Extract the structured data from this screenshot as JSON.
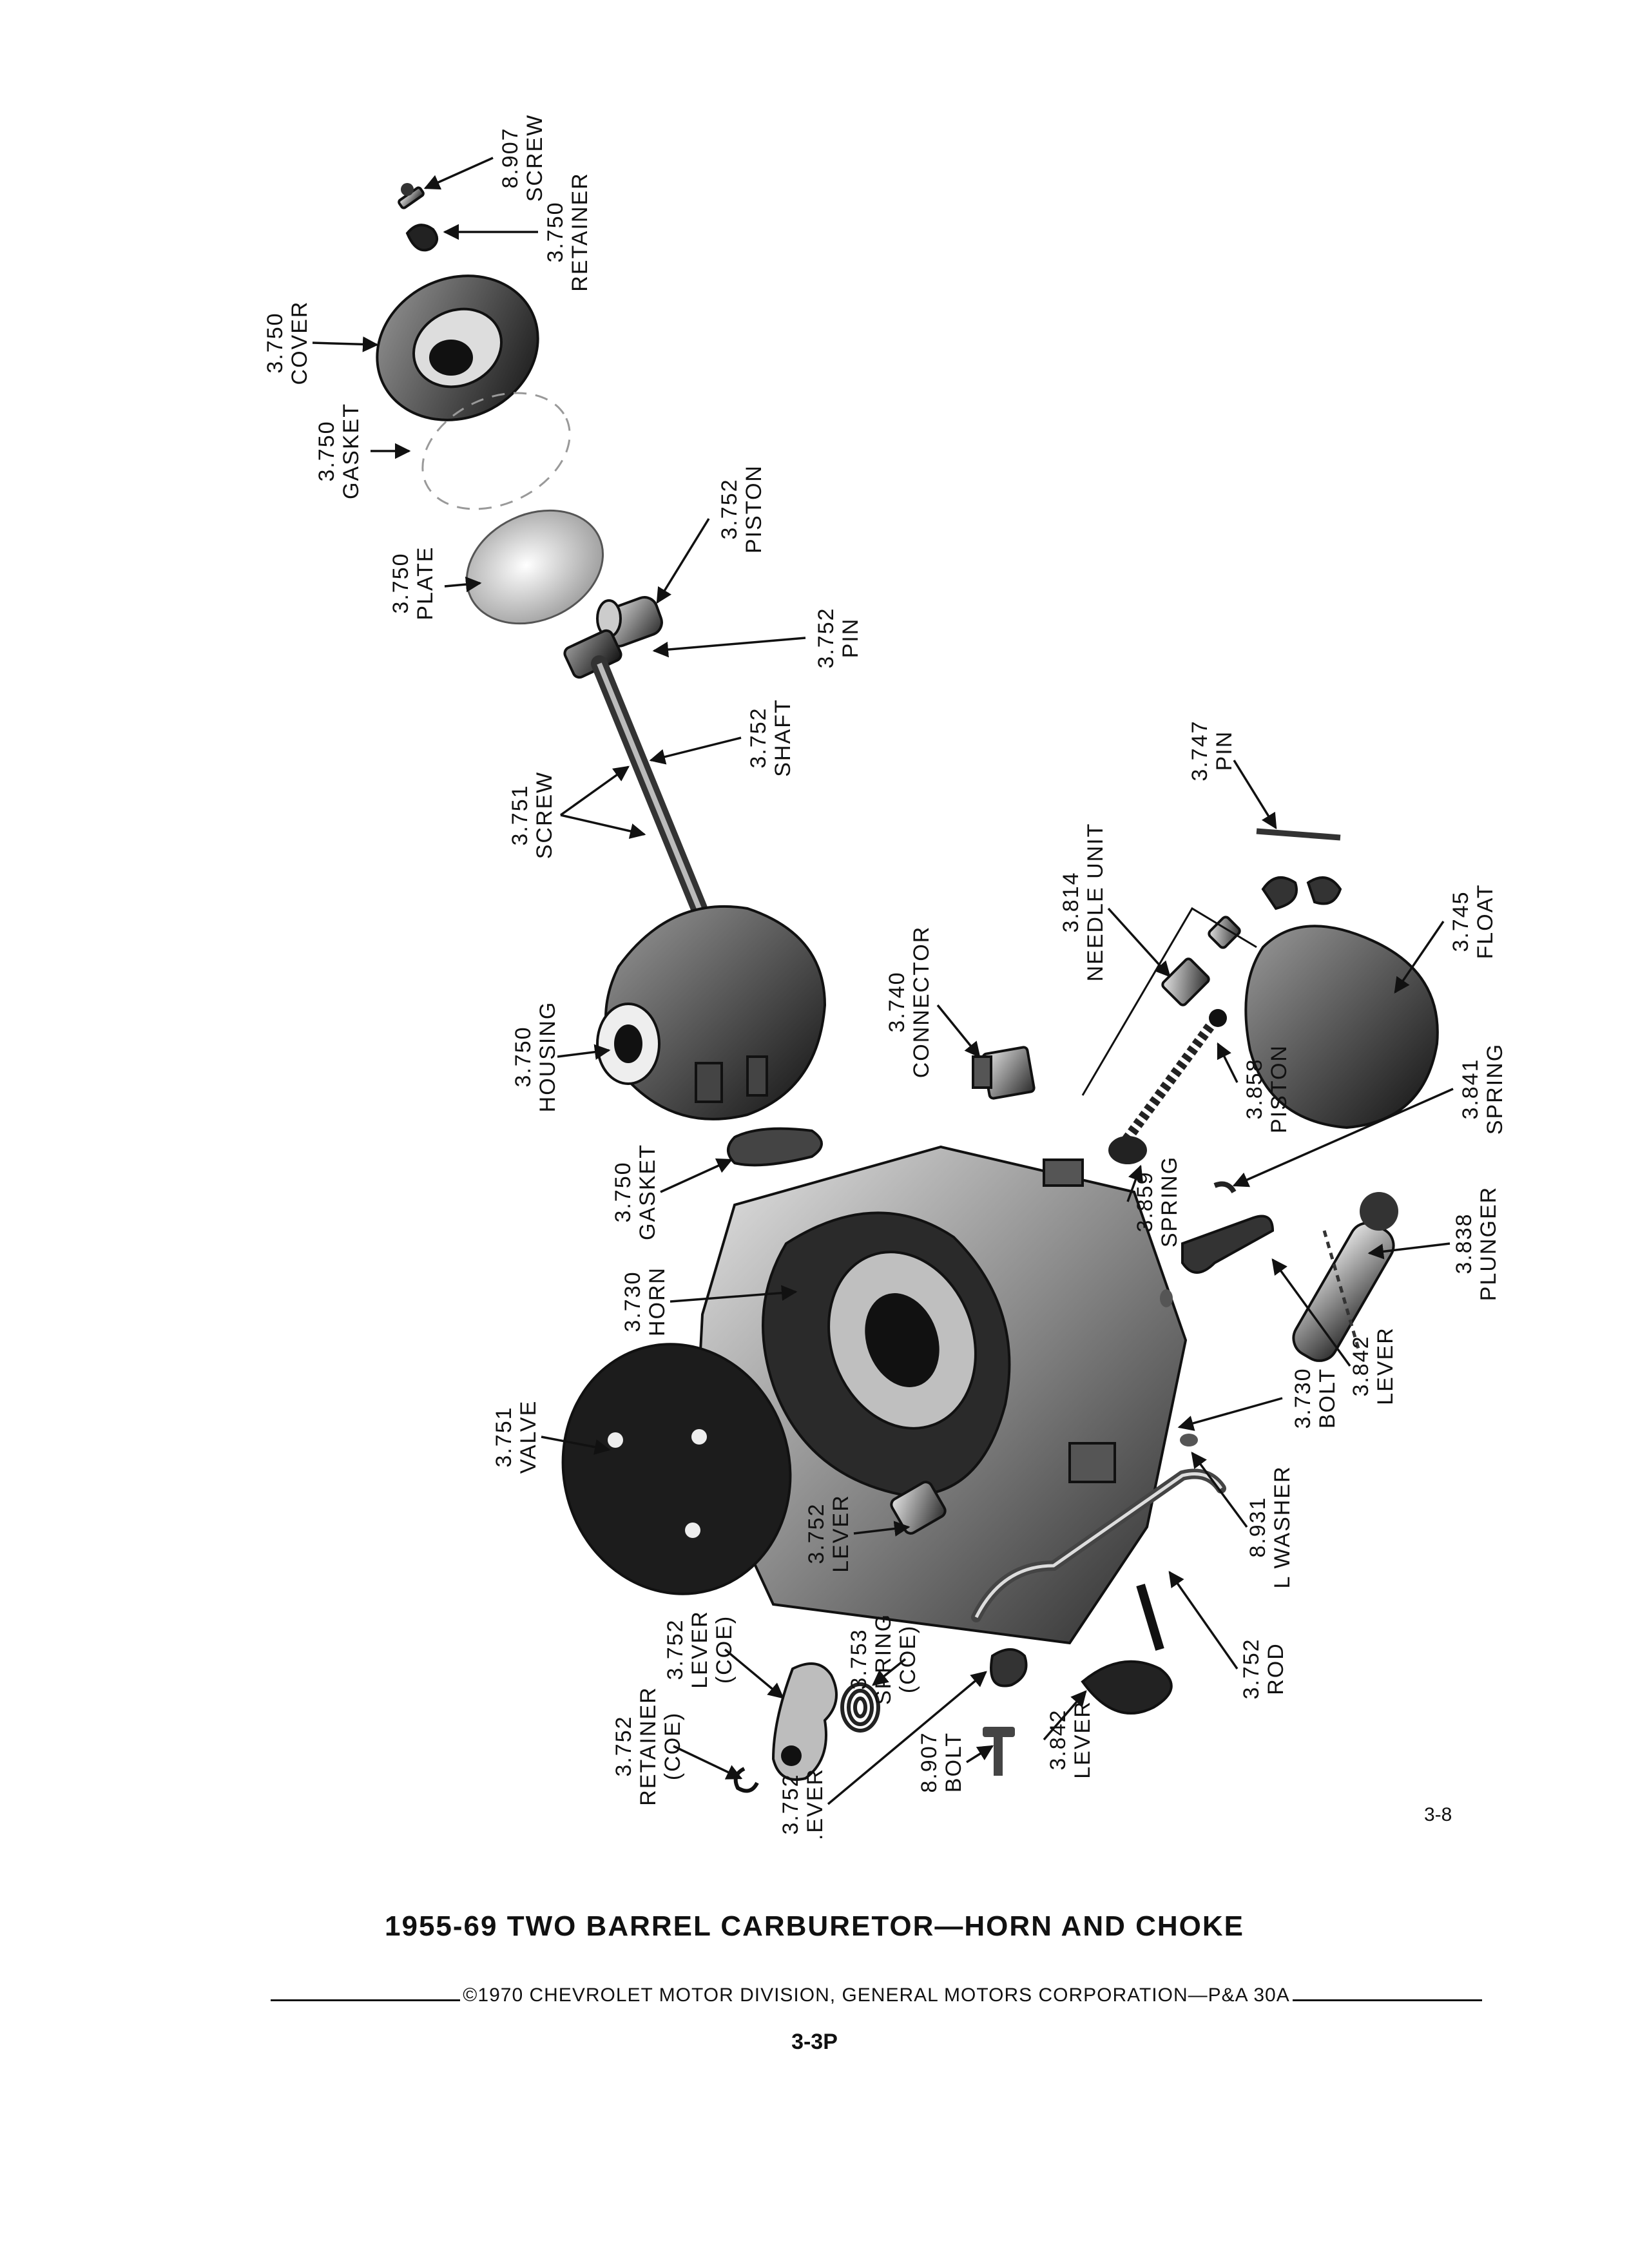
{
  "labels": [
    {
      "id": "screw-top",
      "number": "8.907",
      "name": "SCREW"
    },
    {
      "id": "retainer-top",
      "number": "3.750",
      "name": "RETAINER"
    },
    {
      "id": "cover",
      "number": "3.750",
      "name": "COVER"
    },
    {
      "id": "gasket-top",
      "number": "3.750",
      "name": "GASKET"
    },
    {
      "id": "plate",
      "number": "3.750",
      "name": "PLATE"
    },
    {
      "id": "piston-choke",
      "number": "3.752",
      "name": "PISTON"
    },
    {
      "id": "pin-choke",
      "number": "3.752",
      "name": "PIN"
    },
    {
      "id": "shaft",
      "number": "3.752",
      "name": "SHAFT"
    },
    {
      "id": "screw-shaft",
      "number": "3.751",
      "name": "SCREW"
    },
    {
      "id": "housing",
      "number": "3.750",
      "name": "HOUSING"
    },
    {
      "id": "gasket-housing",
      "number": "3.750",
      "name": "GASKET"
    },
    {
      "id": "connector",
      "number": "3.740",
      "name": "CONNECTOR"
    },
    {
      "id": "needle-unit",
      "number": "3.814",
      "name": "NEEDLE UNIT"
    },
    {
      "id": "pin-float",
      "number": "3.747",
      "name": "PIN"
    },
    {
      "id": "float",
      "number": "3.745",
      "name": "FLOAT"
    },
    {
      "id": "piston-pump",
      "number": "3.858",
      "name": "PISTON"
    },
    {
      "id": "spring-pump",
      "number": "3.841",
      "name": "SPRING"
    },
    {
      "id": "spring-piston",
      "number": "3.859",
      "name": "SPRING"
    },
    {
      "id": "horn",
      "number": "3.730",
      "name": "HORN"
    },
    {
      "id": "plunger",
      "number": "3.838",
      "name": "PLUNGER"
    },
    {
      "id": "lever-pump",
      "number": "3.842",
      "name": "LEVER"
    },
    {
      "id": "bolt-horn",
      "number": "3.730",
      "name": "BOLT"
    },
    {
      "id": "valve",
      "number": "3.751",
      "name": "VALVE"
    },
    {
      "id": "lockwasher",
      "number": "8.931",
      "name": "L WASHER"
    },
    {
      "id": "lever-choke",
      "number": "3.752",
      "name": "LEVER"
    },
    {
      "id": "lever-coe",
      "number": "3.752",
      "name": "LEVER",
      "qualifier": "(COE)"
    },
    {
      "id": "spring-coe",
      "number": "3.753",
      "name": "SPRING",
      "qualifier": "(COE)"
    },
    {
      "id": "retainer-coe",
      "number": "3.752",
      "name": "RETAINER",
      "qualifier": "(COE)"
    },
    {
      "id": "lever-lower",
      "number": "3.752",
      "name": ".EVER"
    },
    {
      "id": "bolt-lower",
      "number": "8.907",
      "name": "BOLT"
    },
    {
      "id": "lever-bottom",
      "number": "3.842",
      "name": "LEVER"
    },
    {
      "id": "rod",
      "number": "3.752",
      "name": "ROD"
    }
  ],
  "figure_number": "3-8",
  "title": "1955-69 TWO BARREL CARBURETOR—HORN AND CHOKE",
  "copyright": "©1970 CHEVROLET MOTOR DIVISION, GENERAL MOTORS CORPORATION—P&A 30A",
  "page_number": "3-3P"
}
